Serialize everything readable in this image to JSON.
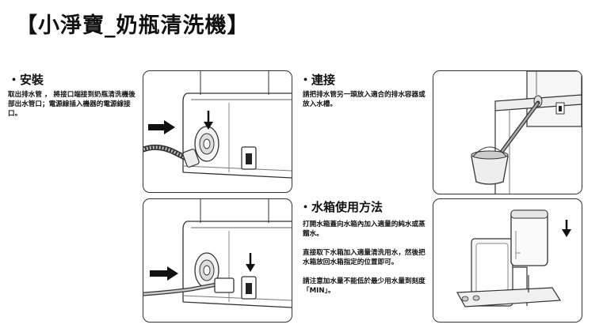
{
  "page_title": "【小淨寶_奶瓶清洗機】",
  "sections": {
    "install": {
      "heading": "・安裝",
      "text": "取出排水管 ， 將接口端接到奶瓶清洗機後部出水管口；電源線插入機器的電源線接口。"
    },
    "connect": {
      "heading": "・連接",
      "text": "請把排水管另一頭放入適合的排水容器或放入水槽。"
    },
    "tank": {
      "heading": "・水箱使用方法",
      "paragraphs": [
        "打開水箱蓋向水箱內加入適量的純水或蒸餾水。",
        "直接取下水箱加入適量清洗用水，然後把水箱放回水箱指定的位置即可。",
        "請注意加水量不能低於最少用水量到刻度「MIN」。"
      ]
    }
  }
}
